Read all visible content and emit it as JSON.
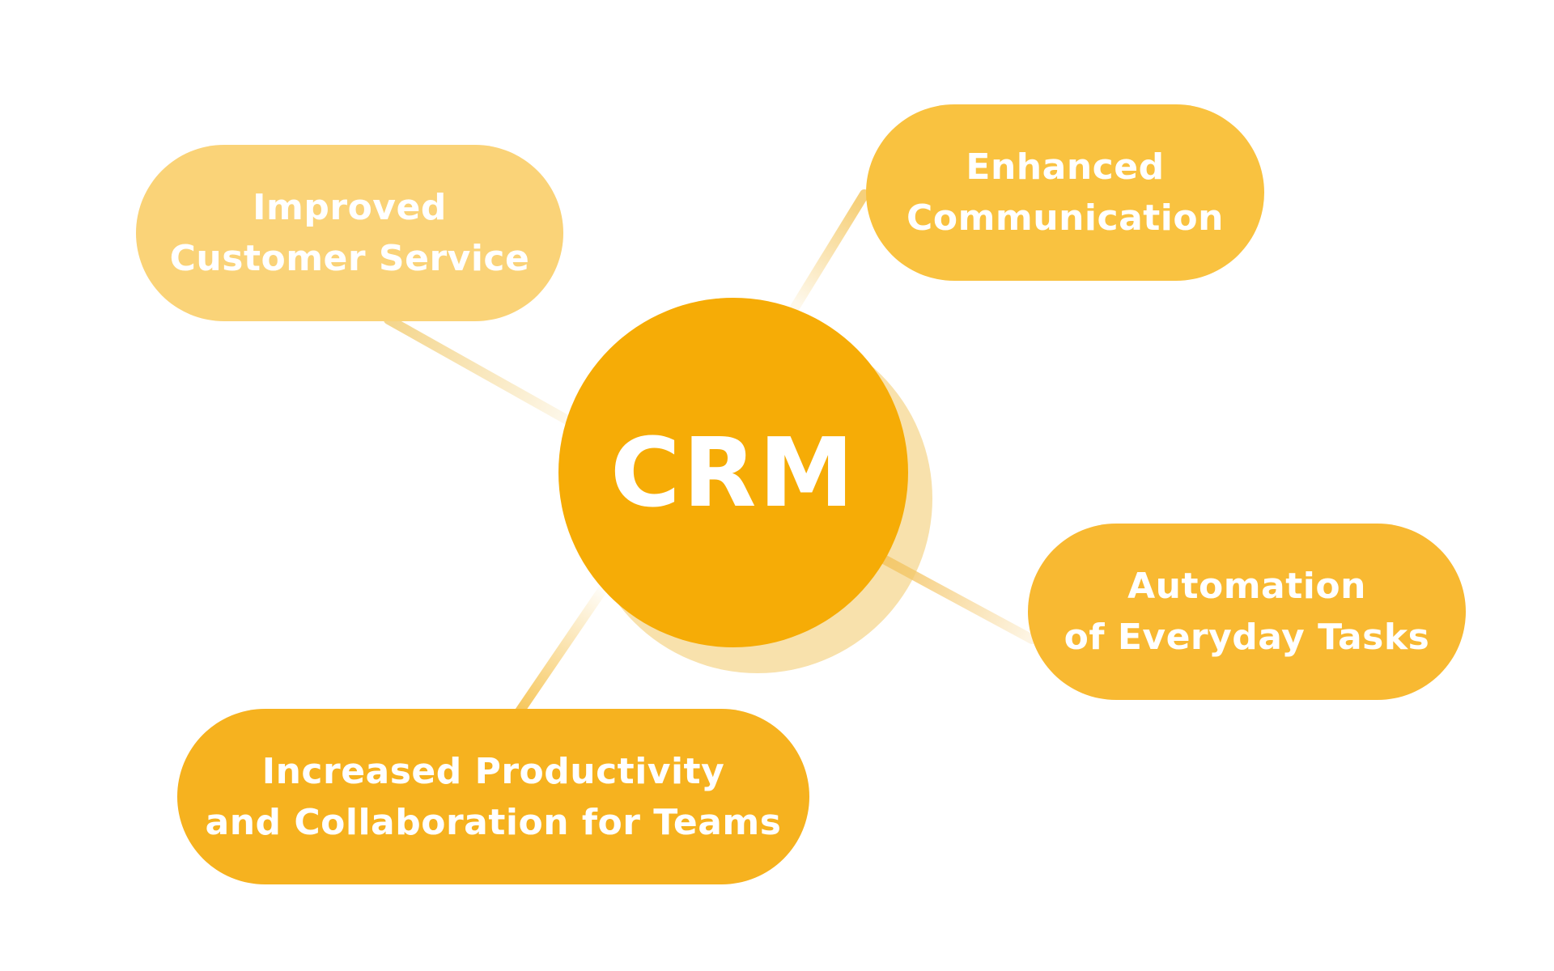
{
  "diagram": {
    "center": {
      "label": "CRM",
      "color": "#F6AC06",
      "shadow_color": "#F3C867"
    },
    "benefits": [
      {
        "line1": "Improved",
        "line2": "Customer Service",
        "color": "#FAD378",
        "connector_color": "#F4D58B"
      },
      {
        "line1": "Enhanced",
        "line2": "Communication",
        "color": "#F9C240",
        "connector_color": "#F6D07A"
      },
      {
        "line1": "Automation",
        "line2": "of Everyday Tasks",
        "color": "#F8B932",
        "connector_color": "#F5CA73"
      },
      {
        "line1": "Increased Productivity",
        "line2": "and Collaboration for Teams",
        "color": "#F6B21F",
        "connector_color": "#F6C65A"
      }
    ],
    "text_color": "#FFFFFF",
    "background": "#FFFFFF"
  }
}
